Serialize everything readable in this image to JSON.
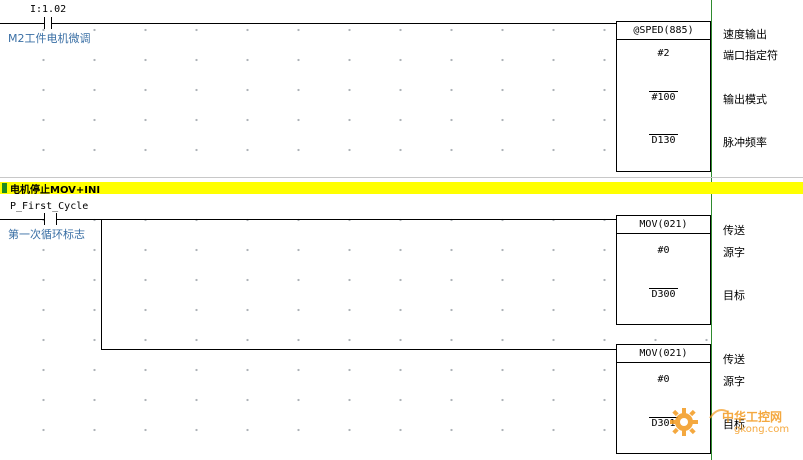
{
  "rung1": {
    "contact_operand": "I:1.02",
    "contact_comment": "M2工件电机微调",
    "instr": {
      "name": "@SPED(885)",
      "op1": "#2",
      "op1_label": "端口指定符",
      "op2": "#100",
      "op2_label": "输出模式",
      "op3": "D130",
      "op3_label": "脉冲频率",
      "title_label": "速度输出"
    }
  },
  "section": {
    "title": "电机停止MOV+INI"
  },
  "rung2": {
    "contact_operand": "P_First_Cycle",
    "contact_comment": "第一次循环标志",
    "instr1": {
      "name": "MOV(021)",
      "title_label": "传送",
      "src": "#0",
      "src_label": "源字",
      "dst": "D300",
      "dst_label": "目标"
    },
    "instr2": {
      "name": "MOV(021)",
      "title_label": "传送",
      "src": "#0",
      "src_label": "源字",
      "dst": "D301",
      "dst_label": "目标"
    }
  },
  "watermark": {
    "line1": "中华工控网",
    "line2": "gkong.com"
  },
  "colors": {
    "rail": "#2e8b2e",
    "section_bg": "#ffff00",
    "comment": "#3a6fa5"
  }
}
